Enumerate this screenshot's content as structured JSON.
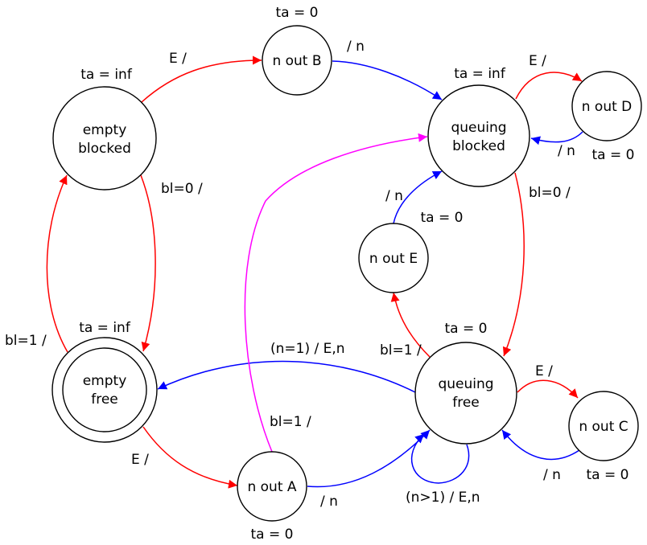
{
  "colors": {
    "red": "#ff0000",
    "blue": "#0000ff",
    "magenta": "#ff00ff",
    "black": "#000000"
  },
  "nodes": [
    {
      "id": "empty_blocked",
      "lines": [
        "empty",
        "blocked"
      ],
      "ta": "ta = inf",
      "initial": false
    },
    {
      "id": "empty_free",
      "lines": [
        "empty",
        "free"
      ],
      "ta": "ta = inf",
      "initial": true
    },
    {
      "id": "n_out_B",
      "lines": [
        "n out B"
      ],
      "ta": "ta = 0",
      "initial": false
    },
    {
      "id": "queuing_blocked",
      "lines": [
        "queuing",
        "blocked"
      ],
      "ta": "ta = inf",
      "initial": false
    },
    {
      "id": "n_out_D",
      "lines": [
        "n out D"
      ],
      "ta": "ta = 0",
      "initial": false
    },
    {
      "id": "n_out_E",
      "lines": [
        "n out E"
      ],
      "ta": "ta = 0",
      "initial": false
    },
    {
      "id": "queuing_free",
      "lines": [
        "queuing",
        "free"
      ],
      "ta": "ta = 0",
      "initial": false
    },
    {
      "id": "n_out_C",
      "lines": [
        "n out C"
      ],
      "ta": "ta = 0",
      "initial": false
    },
    {
      "id": "n_out_A",
      "lines": [
        "n out A"
      ],
      "ta": "ta = 0",
      "initial": false
    }
  ],
  "edges": [
    {
      "id": "eb_to_B",
      "from": "empty_blocked",
      "to": "n_out_B",
      "label": "E /",
      "color": "red"
    },
    {
      "id": "B_to_qb",
      "from": "n_out_B",
      "to": "queuing_blocked",
      "label": "/ n",
      "color": "blue"
    },
    {
      "id": "qb_to_D",
      "from": "queuing_blocked",
      "to": "n_out_D",
      "label": "E /",
      "color": "red"
    },
    {
      "id": "D_to_qb",
      "from": "n_out_D",
      "to": "queuing_blocked",
      "label": "/ n",
      "color": "blue"
    },
    {
      "id": "eb_to_ef",
      "from": "empty_blocked",
      "to": "empty_free",
      "label": "bl=0 /",
      "color": "red"
    },
    {
      "id": "ef_to_eb",
      "from": "empty_free",
      "to": "empty_blocked",
      "label": "bl=1 /",
      "color": "red"
    },
    {
      "id": "qb_to_qf",
      "from": "queuing_blocked",
      "to": "queuing_free",
      "label": "bl=0 /",
      "color": "red"
    },
    {
      "id": "E_to_qb",
      "from": "n_out_E",
      "to": "queuing_blocked",
      "label": "/ n",
      "color": "blue"
    },
    {
      "id": "qf_to_E",
      "from": "queuing_free",
      "to": "n_out_E",
      "label": "bl=1 /",
      "color": "red"
    },
    {
      "id": "qf_to_ef",
      "from": "queuing_free",
      "to": "empty_free",
      "label": "(n=1) / E,n",
      "color": "blue"
    },
    {
      "id": "A_to_qb",
      "from": "n_out_A",
      "to": "queuing_blocked",
      "label": "bl=1 /",
      "color": "magenta"
    },
    {
      "id": "ef_to_A",
      "from": "empty_free",
      "to": "n_out_A",
      "label": "E /",
      "color": "red"
    },
    {
      "id": "A_to_qf",
      "from": "n_out_A",
      "to": "queuing_free",
      "label": "/ n",
      "color": "blue"
    },
    {
      "id": "qf_self",
      "from": "queuing_free",
      "to": "queuing_free",
      "label": "(n>1) / E,n",
      "color": "blue"
    },
    {
      "id": "qf_to_C",
      "from": "queuing_free",
      "to": "n_out_C",
      "label": "E /",
      "color": "red"
    },
    {
      "id": "C_to_qf",
      "from": "n_out_C",
      "to": "queuing_free",
      "label": "/ n",
      "color": "blue"
    }
  ]
}
